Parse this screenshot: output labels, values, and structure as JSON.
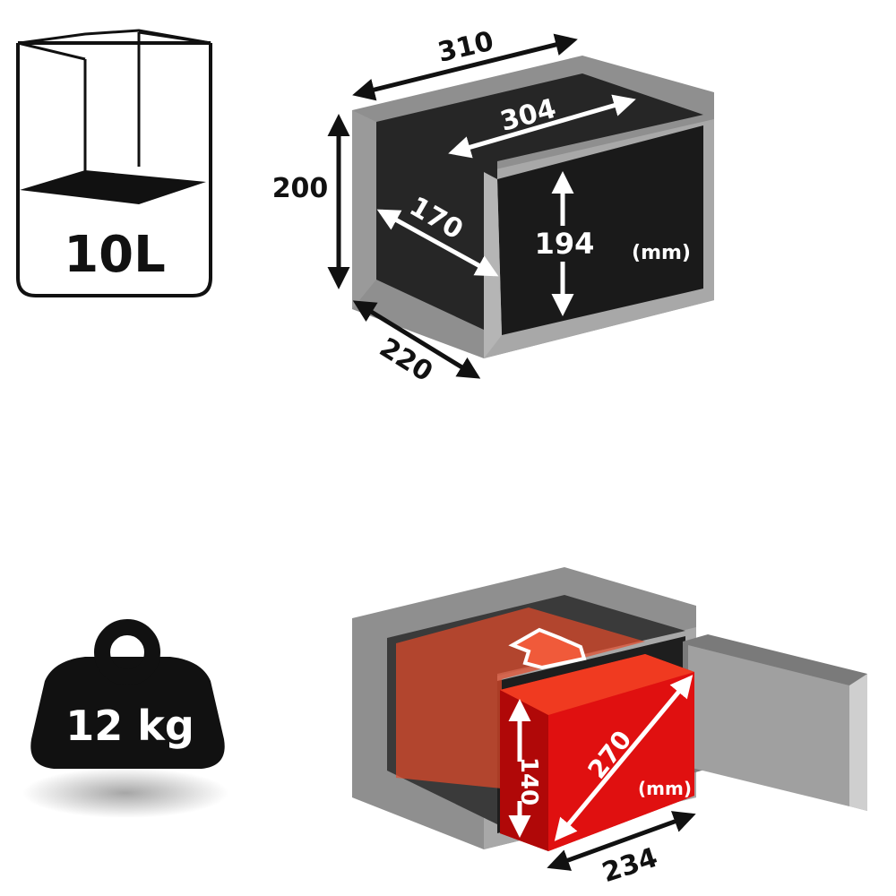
{
  "volume": {
    "label": "10L"
  },
  "weight": {
    "label": "12 kg"
  },
  "outer_dimensions": {
    "width": "310",
    "height": "200",
    "depth": "220"
  },
  "inner_dimensions": {
    "width": "304",
    "height": "194",
    "depth": "170",
    "unit": "(mm)"
  },
  "max_document": {
    "height": "140",
    "diagonal": "270",
    "width": "234",
    "unit": "(mm)"
  },
  "colors": {
    "safe_body": "#8f8f8f",
    "interior": "#262626",
    "document_box": "#d41414",
    "highlight": "#e64a2a"
  }
}
